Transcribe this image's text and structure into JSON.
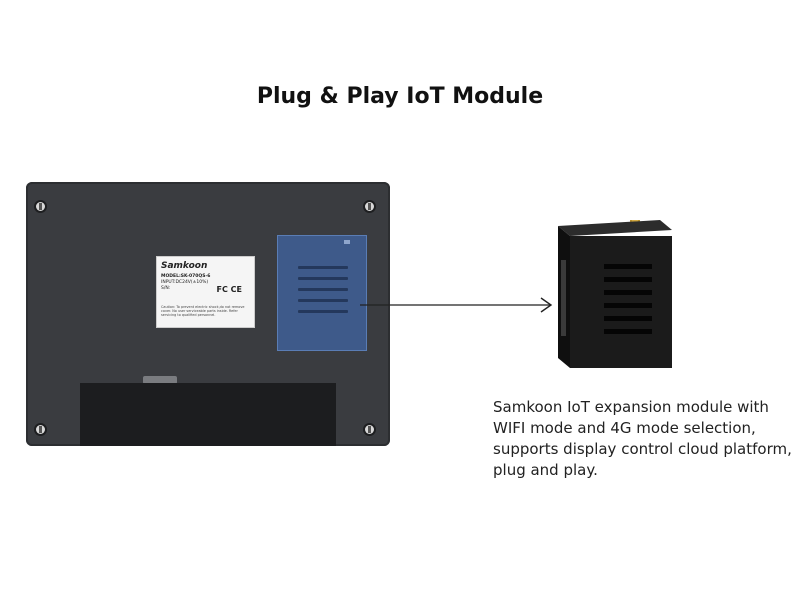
{
  "title": "Plug & Play IoT Module",
  "label": {
    "brand": "Samkoon",
    "model": "MODEL:SK-070QS-6",
    "input": "INPUT:DC24V(±10%)",
    "sn": "S/N:",
    "marks": "FC CE",
    "caution": "Caution: To prevent electric shock,do not remove cover. No user serviceable parts inside. Refer servicing to qualified personnel."
  },
  "description": "Samkoon IoT expansion module with WIFI mode and 4G mode selection, supports display control cloud platform, plug and play.",
  "colors": {
    "panel": "#3a3c40",
    "module_highlight": "#3e5a8a",
    "module_body": "#1a1a1a"
  }
}
